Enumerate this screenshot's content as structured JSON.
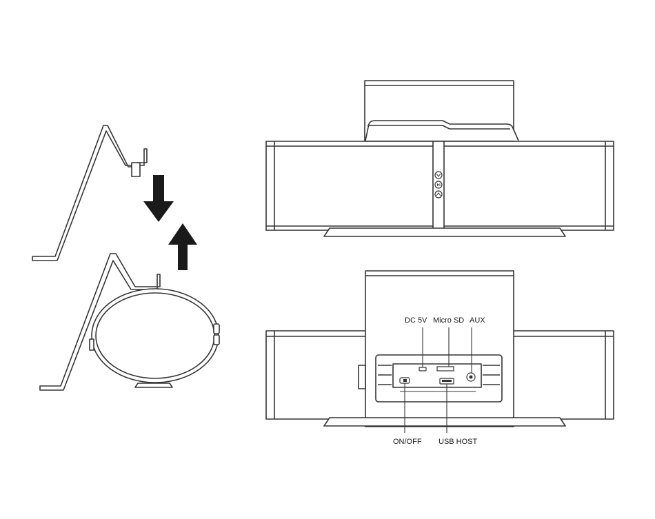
{
  "diagram": {
    "kind": "speaker installation and port diagram",
    "line_color": "#333333",
    "arrow_color": "#1a1a1a",
    "front_controls": [
      {
        "name": "volume-down",
        "symbol": "∨"
      },
      {
        "name": "play-pause",
        "symbol": "▶‖"
      },
      {
        "name": "volume-up",
        "symbol": "∧"
      }
    ],
    "port_labels": {
      "dc": "DC 5V",
      "micro_sd": "Micro SD",
      "aux": "AUX",
      "on_off": "ON/OFF",
      "usb_host": "USB HOST"
    }
  }
}
